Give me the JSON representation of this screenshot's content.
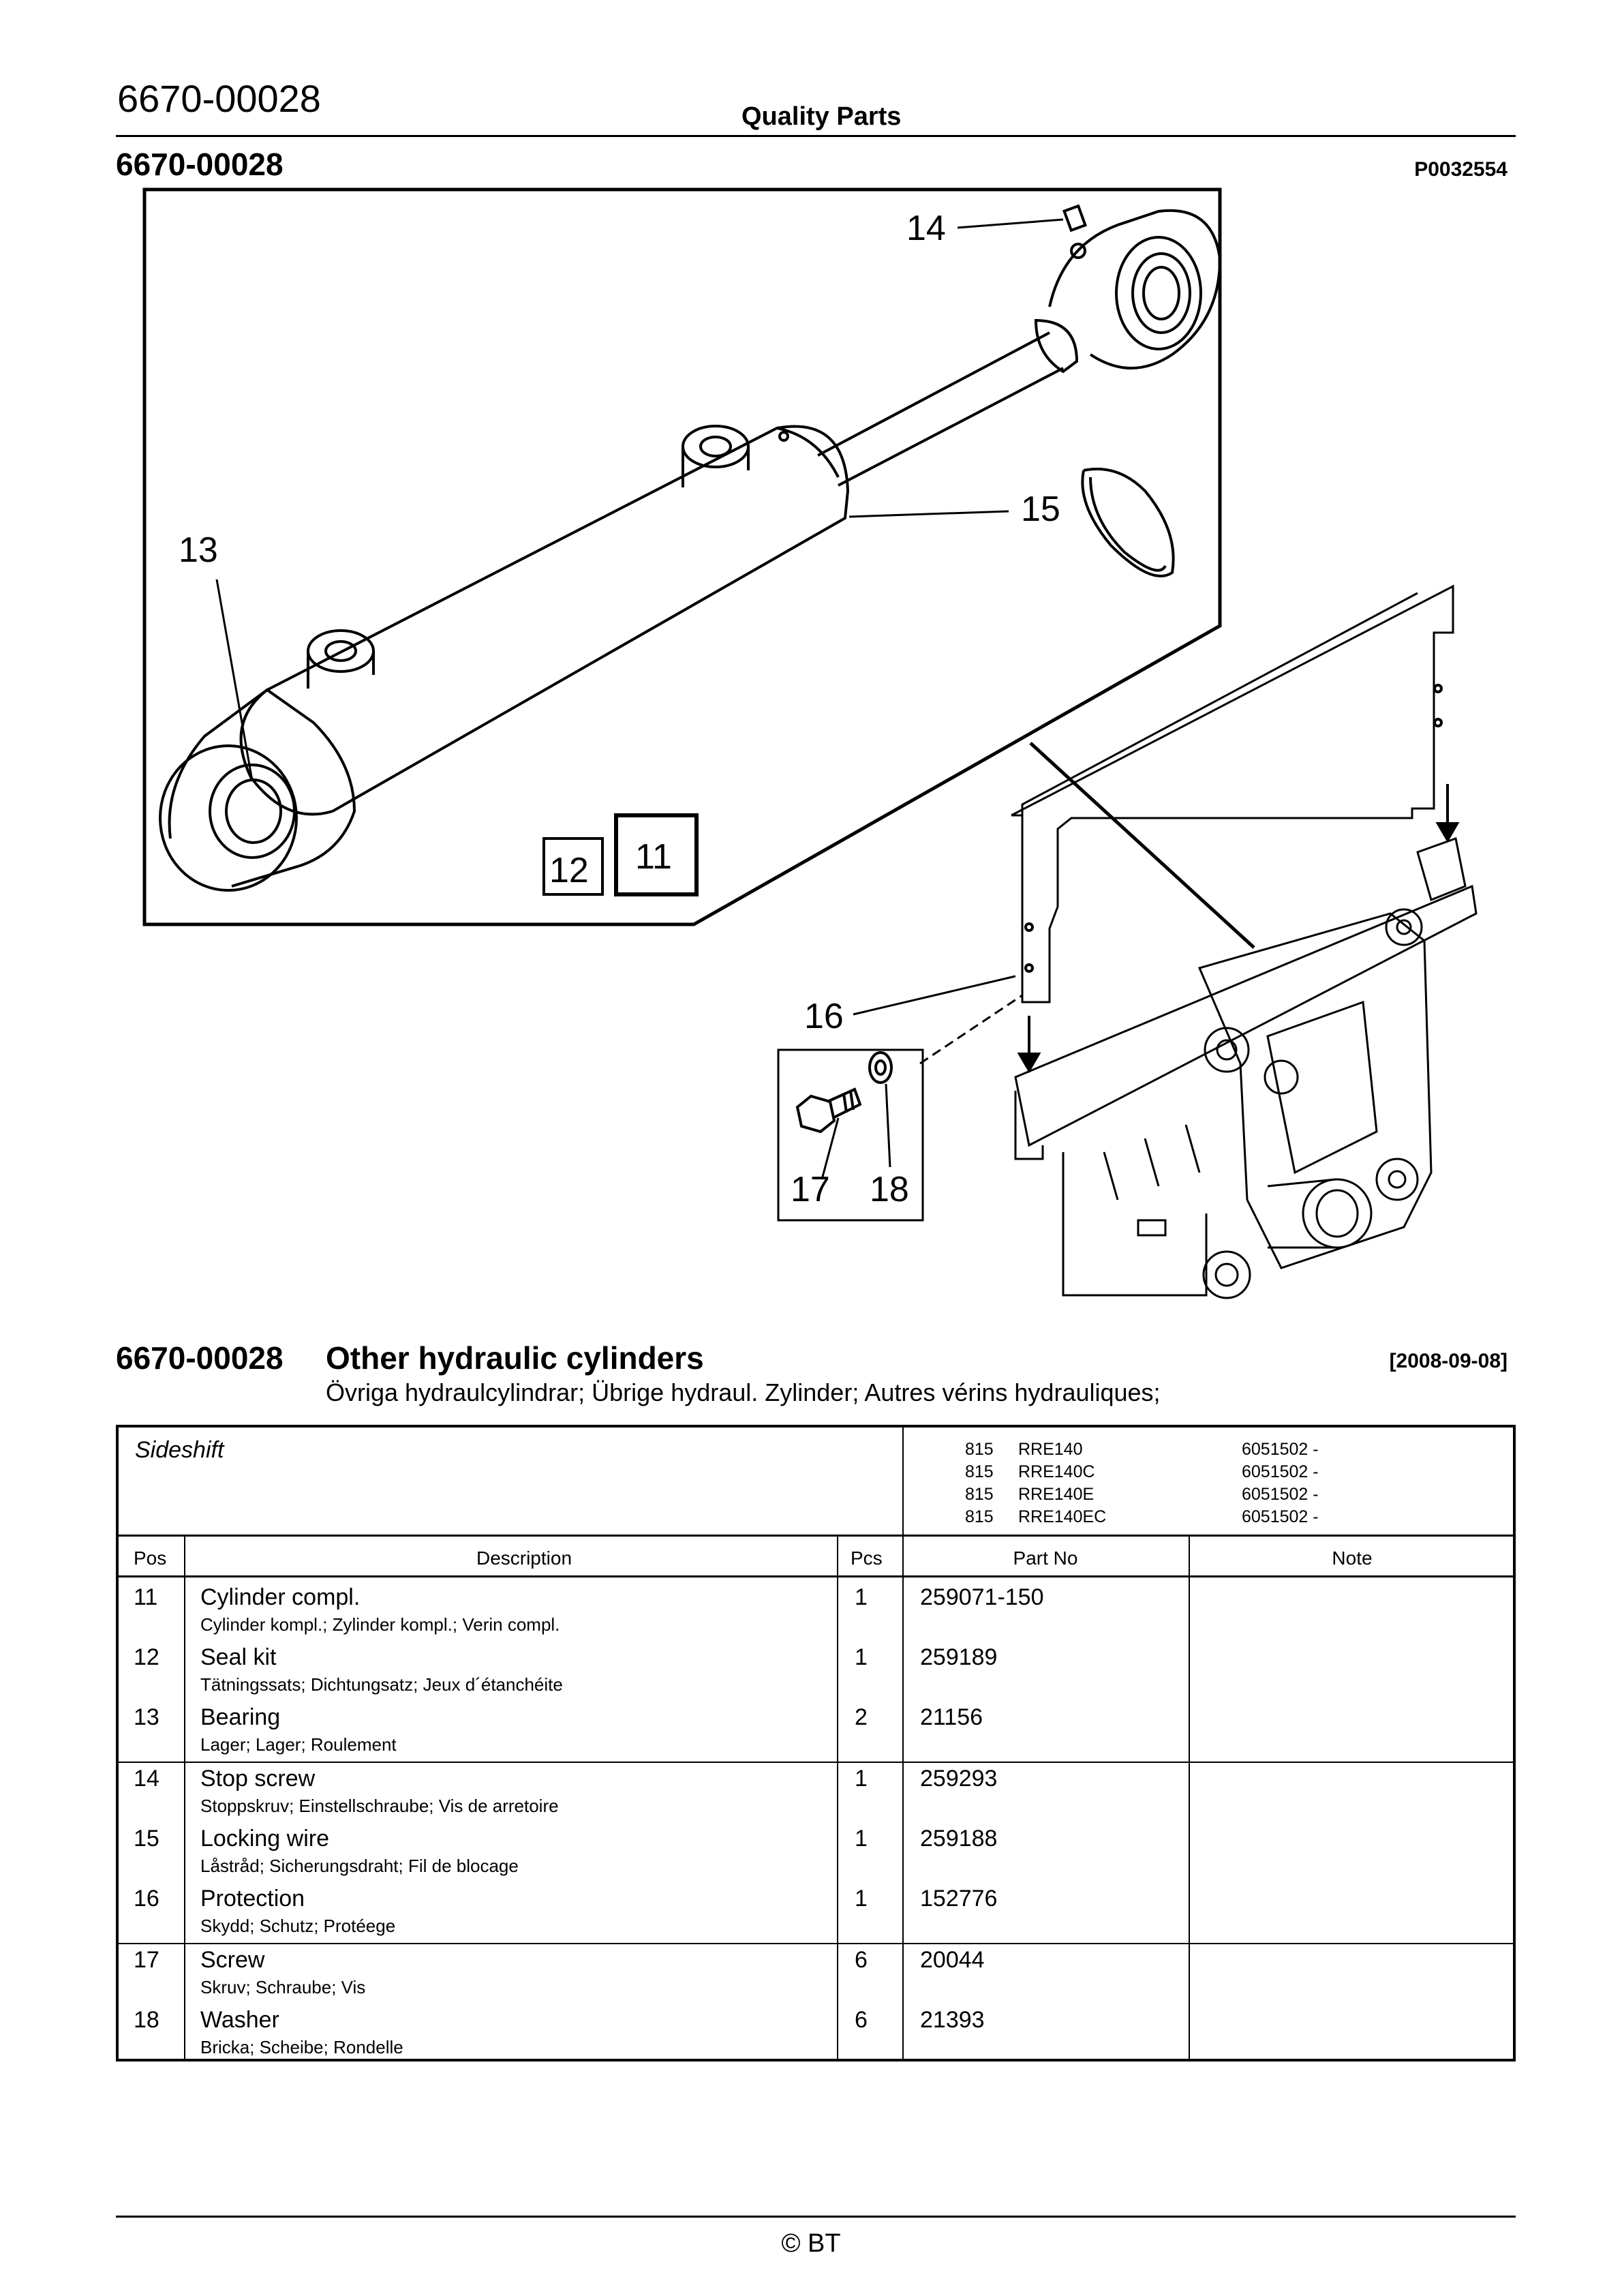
{
  "header": {
    "doc_number": "6670-00028",
    "brand_line": "Quality Parts",
    "sub_number": "6670-00028",
    "illustration_id": "P0032554"
  },
  "figure": {
    "callouts": [
      "11",
      "12",
      "13",
      "14",
      "15",
      "16",
      "17",
      "18"
    ]
  },
  "section": {
    "number": "6670-00028",
    "title": "Other hydraulic cylinders",
    "date": "[2008-09-08]",
    "subtitle": "Övriga hydraulcylindrar; Übrige hydraul. Zylinder; Autres vérins hydrauliques;"
  },
  "table": {
    "group_label": "Sideshift",
    "models": [
      {
        "code": "815",
        "name": "RRE140",
        "serial": "6051502 -"
      },
      {
        "code": "815",
        "name": "RRE140C",
        "serial": "6051502 -"
      },
      {
        "code": "815",
        "name": "RRE140E",
        "serial": "6051502 -"
      },
      {
        "code": "815",
        "name": "RRE140EC",
        "serial": "6051502 -"
      }
    ],
    "columns": {
      "pos": "Pos",
      "description": "Description",
      "pcs": "Pcs",
      "part_no": "Part No",
      "note": "Note"
    },
    "rows": [
      {
        "pos": "11",
        "desc": "Cylinder compl.",
        "sub": "Cylinder kompl.; Zylinder kompl.; Verin compl.",
        "pcs": "1",
        "part_no": "259071-150",
        "note": ""
      },
      {
        "pos": "12",
        "desc": "Seal kit",
        "sub": "Tätningssats; Dichtungsatz; Jeux d´étanchéite",
        "pcs": "1",
        "part_no": "259189",
        "note": ""
      },
      {
        "pos": "13",
        "desc": "Bearing",
        "sub": "Lager; Lager; Roulement",
        "pcs": "2",
        "part_no": "21156",
        "note": ""
      },
      {
        "pos": "14",
        "desc": "Stop screw",
        "sub": "Stoppskruv; Einstellschraube; Vis de arretoire",
        "pcs": "1",
        "part_no": "259293",
        "note": ""
      },
      {
        "pos": "15",
        "desc": "Locking wire",
        "sub": "Låstråd; Sicherungsdraht; Fil de blocage",
        "pcs": "1",
        "part_no": "259188",
        "note": ""
      },
      {
        "pos": "16",
        "desc": "Protection",
        "sub": "Skydd; Schutz; Protéege",
        "pcs": "1",
        "part_no": "152776",
        "note": ""
      },
      {
        "pos": "17",
        "desc": "Screw",
        "sub": "Skruv; Schraube; Vis",
        "pcs": "6",
        "part_no": "20044",
        "note": ""
      },
      {
        "pos": "18",
        "desc": "Washer",
        "sub": "Bricka; Scheibe; Rondelle",
        "pcs": "6",
        "part_no": "21393",
        "note": ""
      }
    ]
  },
  "footer": {
    "copyright": "© BT"
  }
}
